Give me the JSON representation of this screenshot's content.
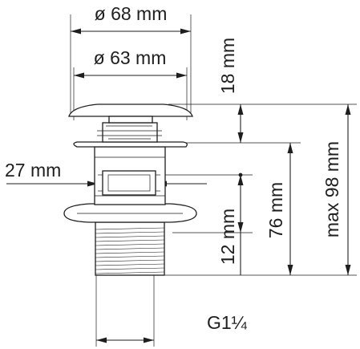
{
  "dimensions": {
    "cap_diameter": "ø 68 mm",
    "inner_diameter": "ø 63 mm",
    "cap_height": "18 mm",
    "body_width": "27 mm",
    "flange_height": "12 mm",
    "body_length": "76 mm",
    "total_length": "max 98 mm",
    "thread_size": "G1¼"
  }
}
